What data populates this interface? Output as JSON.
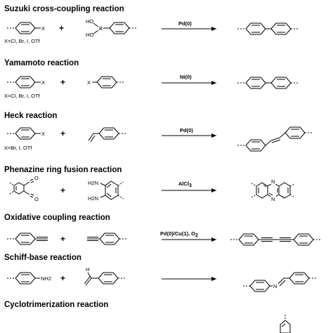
{
  "reactions": [
    {
      "title": "Suzuki cross-coupling reaction",
      "substituent": "X=Cl, Br, I, OTf",
      "reagent1_label": "X",
      "reagent2_labels": [
        "HO",
        "B",
        "HO"
      ],
      "condition": "Pd(0)"
    },
    {
      "title": "Yamamoto reaction",
      "substituent": "X=Cl, Br, I, OTf",
      "reagent1_label": "X",
      "reagent2_label": "X",
      "condition": "Ni(0)"
    },
    {
      "title": "Heck reaction",
      "substituent": "X=Br, I, OTf",
      "reagent1_label": "X",
      "condition": "Pd(0)"
    },
    {
      "title": "Phenazine ring fusion reaction",
      "reagent1_labels": [
        "O",
        "O"
      ],
      "reagent2_labels": [
        "H2N",
        "H2N"
      ],
      "condition": "AlCl",
      "condition_sub": "3",
      "product_labels": [
        "N",
        "N"
      ]
    },
    {
      "title": "Oxidative coupling reaction",
      "condition": "Pd(0)/Cu(1), O",
      "condition_sub": "2"
    },
    {
      "title": "Schiff-base reaction",
      "reagent1_label": "NH2",
      "reagent2_label": "H",
      "product_label": "N"
    },
    {
      "title": "Cyclotrimerization reaction"
    }
  ],
  "plus_sign": "+"
}
